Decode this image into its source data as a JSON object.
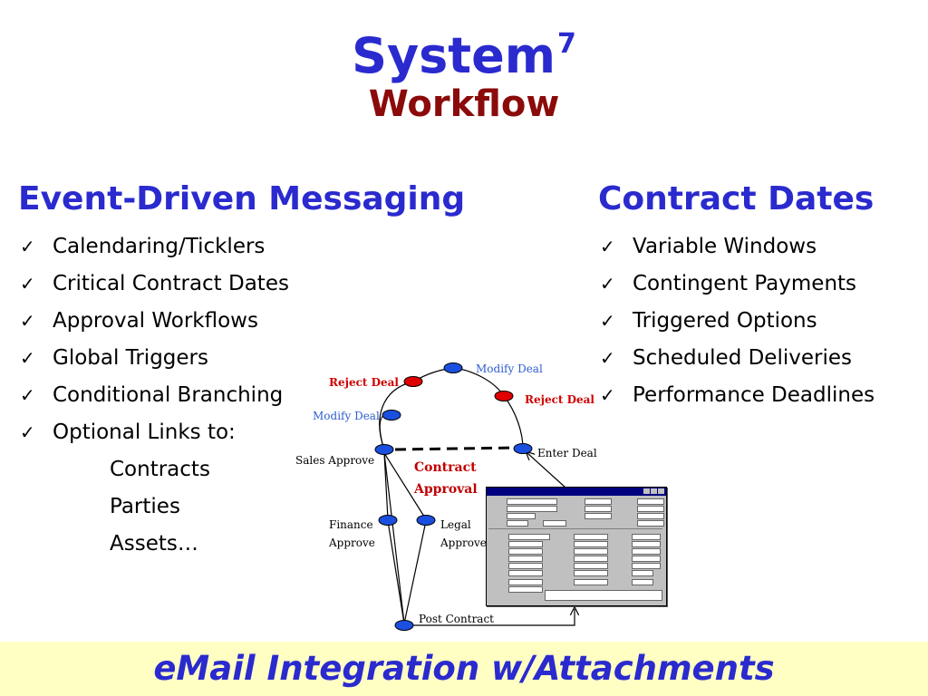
{
  "title": {
    "main": "System",
    "superscript": "7",
    "sub": "Workflow"
  },
  "left": {
    "heading": "Event-Driven Messaging",
    "items": [
      "Calendaring/Ticklers",
      "Critical Contract Dates",
      "Approval Workflows",
      "Global Triggers",
      "Conditional Branching",
      "Optional Links to:"
    ],
    "subitems": [
      "Contracts",
      "Parties",
      "Assets…"
    ]
  },
  "right": {
    "heading": "Contract Dates",
    "items": [
      "Variable Windows",
      "Contingent Payments",
      "Triggered Options",
      "Scheduled Deliveries",
      "Performance Deadlines"
    ]
  },
  "diagram": {
    "modify_deal_top": "Modify Deal",
    "reject_deal_left": "Reject Deal",
    "reject_deal_right": "Reject Deal",
    "modify_deal_left": "Modify Deal",
    "sales_approve": "Sales Approve",
    "enter_deal": "Enter Deal",
    "contract_approval_line1": "Contract",
    "contract_approval_line2": "Approval",
    "finance_line1": "Finance",
    "finance_line2": "Approve",
    "legal_line1": "Legal",
    "legal_line2": "Approve",
    "post_contract": "Post Contract",
    "colors": {
      "node_blue": "#1a4fe0",
      "node_red": "#e00000",
      "label_blue": "#2f5bd0",
      "label_red": "#d00000"
    }
  },
  "footer": {
    "text": "eMail Integration w/Attachments",
    "background": "#ffffc4"
  },
  "colors": {
    "title_blue": "#2a2acf",
    "title_red": "#8b0a0a"
  }
}
